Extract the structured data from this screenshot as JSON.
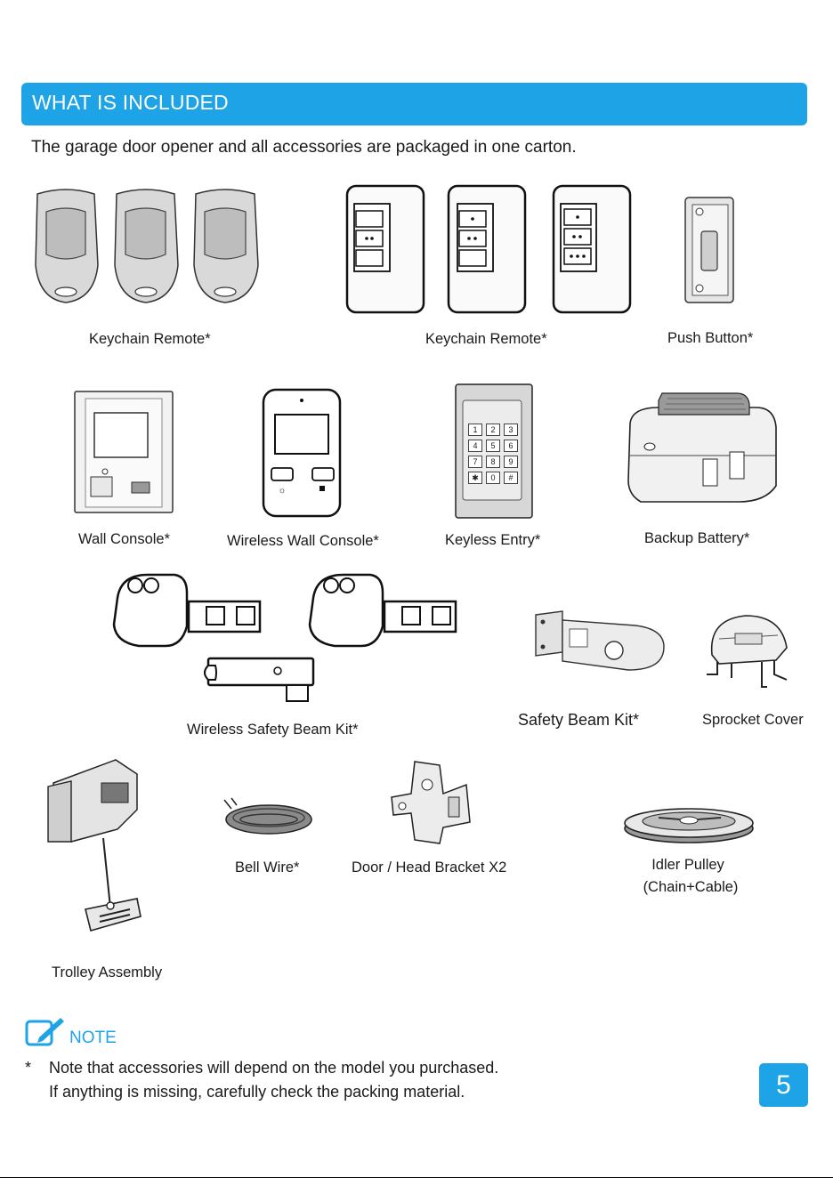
{
  "header": {
    "title": "WHAT IS INCLUDED"
  },
  "intro": "The garage door opener and all accessories are packaged in one carton.",
  "items": {
    "keychain_remote_a": "Keychain Remote*",
    "keychain_remote_b": "Keychain Remote*",
    "push_button": "Push Button*",
    "wall_console": "Wall Console*",
    "wireless_wall_console": "Wireless Wall Console*",
    "keyless_entry": "Keyless Entry*",
    "backup_battery": "Backup Battery*",
    "wireless_safety_beam_kit": "Wireless Safety Beam Kit*",
    "safety_beam_kit": "Safety Beam Kit*",
    "sprocket_cover": "Sprocket Cover",
    "trolley_assembly": "Trolley Assembly",
    "bell_wire": "Bell Wire*",
    "door_head_bracket": "Door / Head Bracket X2",
    "idler_pulley_line1": "Idler Pulley",
    "idler_pulley_line2": "(Chain+Cable)"
  },
  "keypad": {
    "keys": [
      "1",
      "2",
      "3",
      "4",
      "5",
      "6",
      "7",
      "8",
      "9",
      "✱",
      "0",
      "#"
    ]
  },
  "note": {
    "title": "NOTE",
    "marker": "*",
    "line1": "Note that accessories will depend on the model you purchased.",
    "line2": "If anything is missing, carefully check the packing material."
  },
  "page_number": "5",
  "colors": {
    "accent": "#1ea3e6",
    "text": "#1a1a1a"
  },
  "icons": {
    "note": "pencil-note-icon"
  }
}
